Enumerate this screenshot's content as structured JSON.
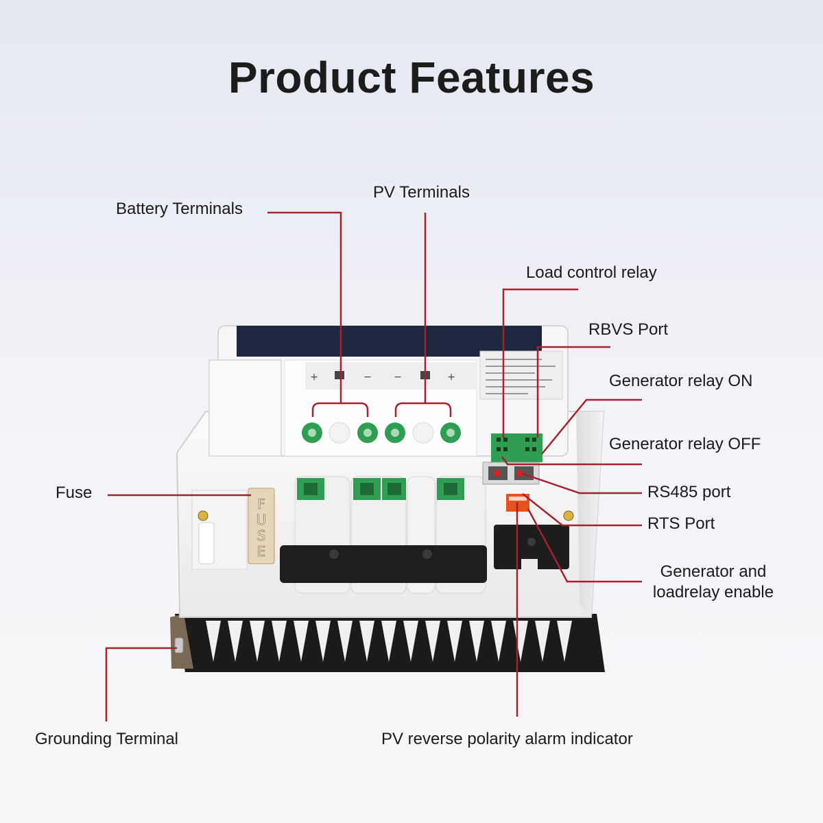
{
  "title": "Product Features",
  "callouts": {
    "battery_terminals": "Battery Terminals",
    "pv_terminals": "PV Terminals",
    "load_control_relay": "Load control relay",
    "rbvs_port": "RBVS Port",
    "generator_relay_on": "Generator relay ON",
    "generator_relay_off": "Generator relay OFF",
    "rs485_port": "RS485 port",
    "rts_port": "RTS Port",
    "generator_enable_line1": "Generator and",
    "generator_enable_line2": "loadrelay enable",
    "fuse": "Fuse",
    "grounding_terminal": "Grounding Terminal",
    "pv_reverse_alarm": "PV reverse polarity alarm indicator"
  },
  "device": {
    "terminal_marks": [
      "+",
      "−",
      "−",
      "+"
    ],
    "fuse_letters": [
      "F",
      "U",
      "S",
      "E"
    ]
  },
  "colors": {
    "leader_line": "#a8202c",
    "terminal_green": "#2f9e52",
    "heatsink": "#1b1b1b",
    "lcd_panel": "#1d2740",
    "housing": "#f3f3f3"
  }
}
